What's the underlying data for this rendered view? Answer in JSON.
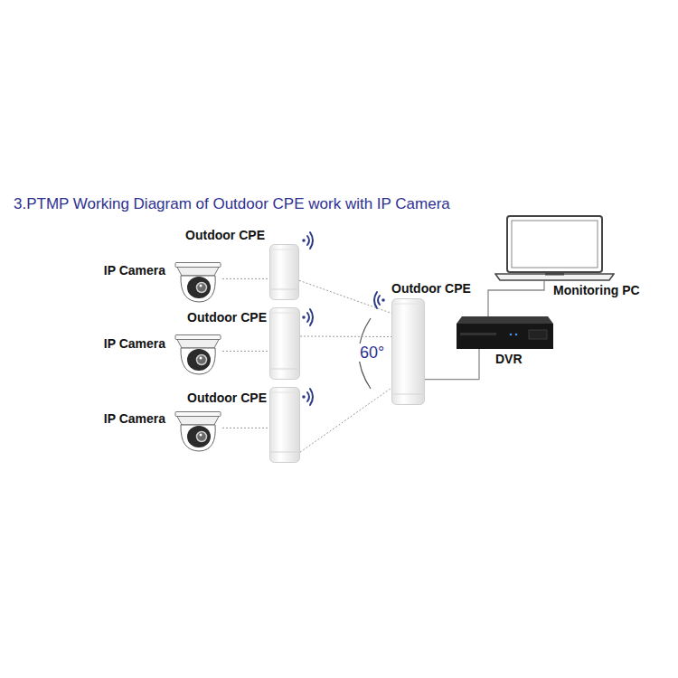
{
  "diagram": {
    "title": "3.PTMP Working Diagram of Outdoor CPE work with IP Camera",
    "nodes": [
      {
        "text": [
          "Outdoor CPE"
        ]
      },
      {
        "text": [
          "IP Camera"
        ]
      },
      {
        "text": [
          "Outdoor CPE"
        ]
      },
      {
        "text": [
          "IP Camera"
        ]
      },
      {
        "text": [
          "Outdoor CPE"
        ]
      },
      {
        "text": [
          "IP Camera"
        ]
      },
      {
        "text": [
          "Outdoor CPE"
        ]
      },
      {
        "text": [
          "Monitoring PC"
        ]
      },
      {
        "text": [
          "DVR"
        ]
      }
    ],
    "edges": [
      {
        "from": 1,
        "to": 0,
        "arrow": "none"
      },
      {
        "from": 3,
        "to": 2,
        "arrow": "none"
      },
      {
        "from": 5,
        "to": 4,
        "arrow": "none"
      },
      {
        "from": 0,
        "to": 6,
        "arrow": "none"
      },
      {
        "from": 2,
        "to": 6,
        "arrow": "none"
      },
      {
        "from": 4,
        "to": 6,
        "arrow": "none"
      },
      {
        "from": 6,
        "to": 8,
        "arrow": "none"
      },
      {
        "from": 8,
        "to": 7,
        "arrow": "none"
      }
    ],
    "labels": [
      "60°"
    ]
  }
}
